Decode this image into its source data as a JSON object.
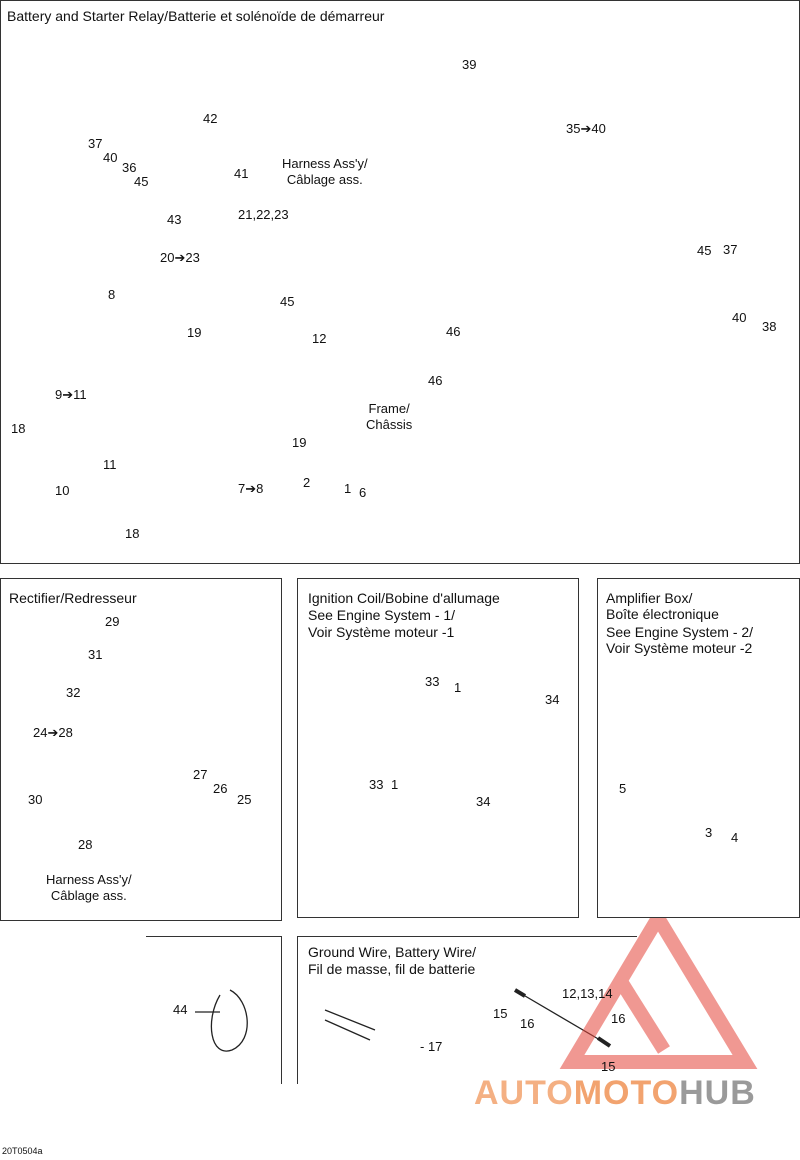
{
  "panels": {
    "battery": {
      "title": "Battery and Starter Relay/Batterie et solénoïde de démarreur"
    },
    "rectifier": {
      "title": "Rectifier/Redresseur"
    },
    "ignition": {
      "title_lines": [
        "Ignition Coil/Bobine d'allumage",
        "See Engine System - 1/",
        "Voir Système moteur -1"
      ]
    },
    "amplifier": {
      "title_lines": [
        "Amplifier Box/",
        "Boîte électronique",
        "See Engine System - 2/",
        "Voir Système moteur -2"
      ]
    },
    "ground": {
      "title_lines": [
        "Ground Wire, Battery Wire/",
        "Fil de masse, fil de batterie"
      ]
    }
  },
  "callouts": {
    "harness_top": [
      "Harness Ass'y/",
      "Câblage ass."
    ],
    "frame": [
      "Frame/",
      "Châssis"
    ],
    "harness_rect": [
      "Harness Ass'y/",
      "Câblage ass."
    ]
  },
  "labels": {
    "battery": [
      "39",
      "35➔40",
      "37",
      "40",
      "36",
      "42",
      "41",
      "45",
      "43",
      "21,22,23",
      "20➔23",
      "45",
      "37",
      "45",
      "40",
      "38",
      "8",
      "12",
      "19",
      "46",
      "46",
      "9➔11",
      "18",
      "11",
      "10",
      "18",
      "7➔8",
      "19",
      "2",
      "1",
      "6"
    ],
    "rectifier": [
      "29",
      "31",
      "32",
      "24➔28",
      "27",
      "26",
      "25",
      "30",
      "28"
    ],
    "ignition": [
      "33",
      "1",
      "34",
      "33",
      "1",
      "34"
    ],
    "amplifier": [
      "5",
      "3",
      "4"
    ],
    "ground": [
      "12,13,14",
      "15",
      "16",
      "16",
      "15",
      "- 17"
    ],
    "standalone": [
      "44"
    ]
  },
  "footer": {
    "code": "20T0504a"
  },
  "watermark": {
    "part1": "AUTO",
    "part2": "MOTO",
    "part3": "HUB"
  },
  "colors": {
    "line": "#222222",
    "watermark_red": "#e4453a",
    "watermark_peach": "#f4b083",
    "watermark_gray": "#9a9a9a"
  }
}
